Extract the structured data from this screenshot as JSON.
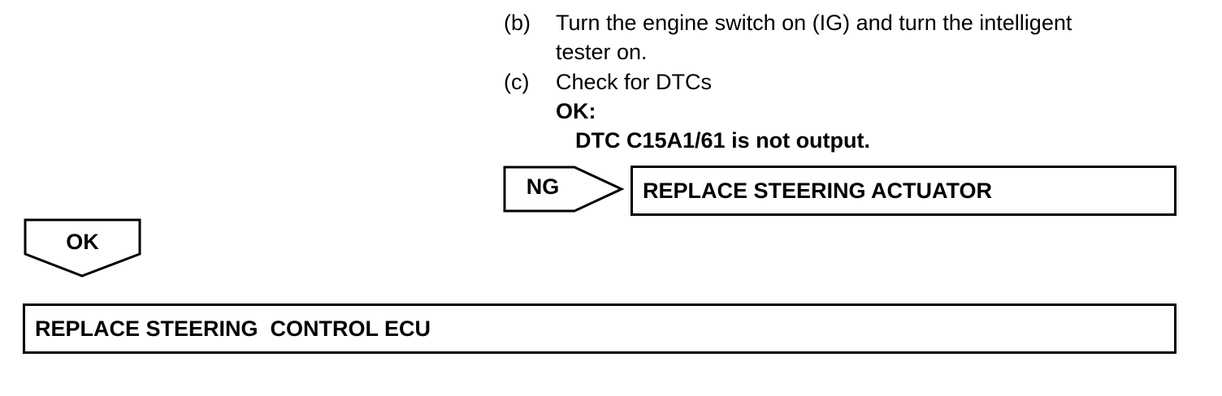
{
  "steps": [
    {
      "marker": "(b)",
      "line1": "Turn the engine switch on (IG) and turn the intelligent",
      "line2": "tester on."
    },
    {
      "marker": "(c)",
      "line1": "Check for DTCs"
    }
  ],
  "ok_condition": {
    "label": "OK:",
    "detail": "DTC C15A1/61 is not output."
  },
  "ng_branch": {
    "tag": "NG",
    "action": "REPLACE STEERING ACTUATOR"
  },
  "ok_branch": {
    "tag": "OK",
    "action": "REPLACE STEERING  CONTROL ECU"
  }
}
